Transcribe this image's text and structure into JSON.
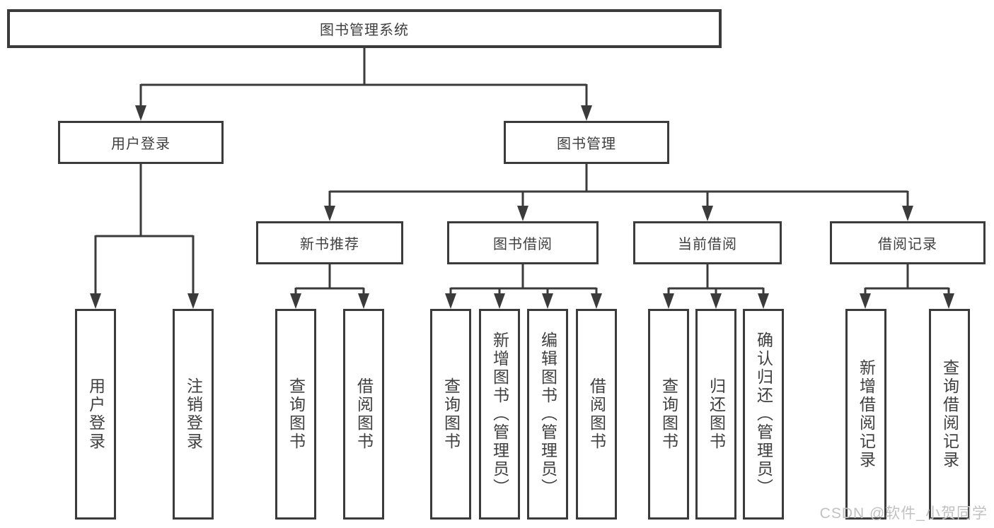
{
  "tree": {
    "root": "图书管理系统",
    "children": [
      {
        "label": "用户登录",
        "children": [
          {
            "label": "用户登录"
          },
          {
            "label": "注销登录"
          }
        ]
      },
      {
        "label": "图书管理",
        "children": [
          {
            "label": "新书推荐",
            "children": [
              {
                "label": "查询图书"
              },
              {
                "label": "借阅图书"
              }
            ]
          },
          {
            "label": "图书借阅",
            "children": [
              {
                "label": "查询图书"
              },
              {
                "label": "新增图书（管理员）"
              },
              {
                "label": "编辑图书（管理员）"
              },
              {
                "label": "借阅图书"
              }
            ]
          },
          {
            "label": "当前借阅",
            "children": [
              {
                "label": "查询图书"
              },
              {
                "label": "归还图书"
              },
              {
                "label": "确认归还（管理员）"
              }
            ]
          },
          {
            "label": "借阅记录",
            "children": [
              {
                "label": "新增借阅记录"
              },
              {
                "label": "查询借阅记录"
              }
            ]
          }
        ]
      }
    ]
  },
  "watermark": "CSDN @软件_小贺同学",
  "colors": {
    "line": "#3b3b3b",
    "text": "#3f3f3f",
    "background": "#ffffff",
    "watermark": "#c2c1c1"
  }
}
